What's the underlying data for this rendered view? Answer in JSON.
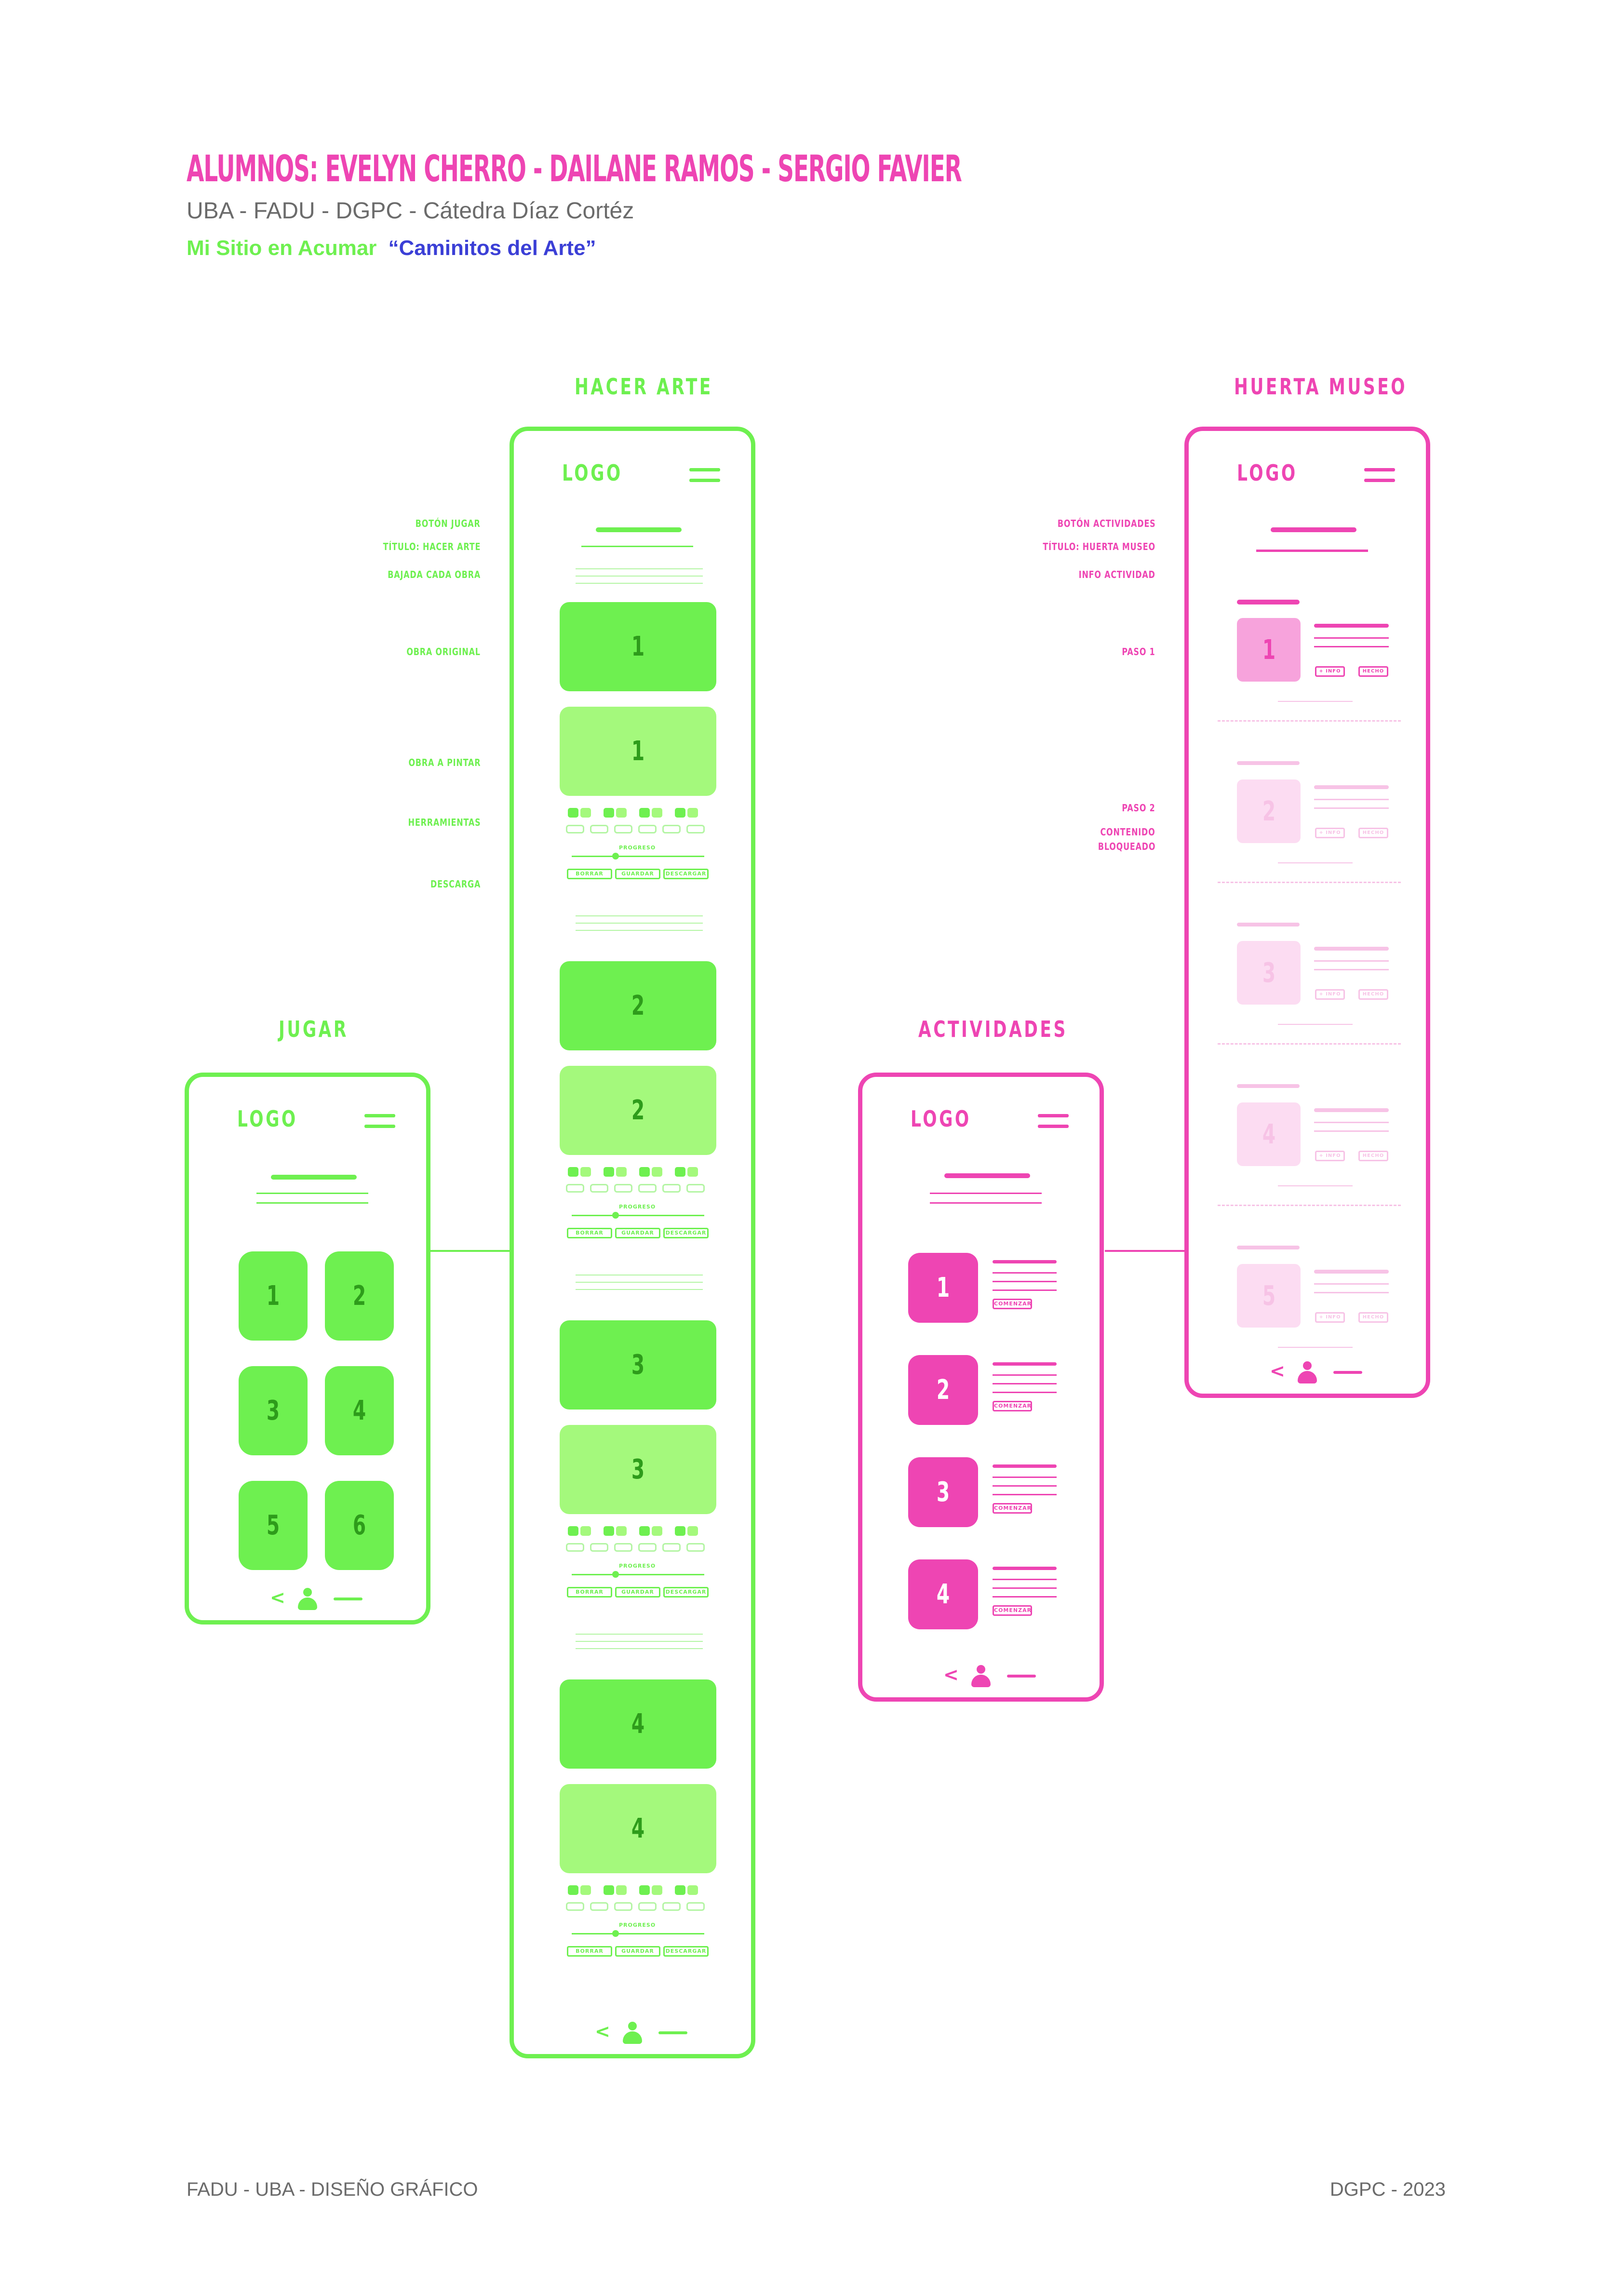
{
  "header": {
    "title": "ALUMNOS: EVELYN CHERRO - DAILANE RAMOS - SERGIO FAVIER",
    "subtitle": "UBA - FADU - DGPC - Cátedra Díaz Cortéz",
    "project": "Mi Sitio en Acumar",
    "project_quote": "“Caminitos del Arte”"
  },
  "footer": {
    "left": "FADU - UBA - DISEÑO GRÁFICO",
    "right": "DGPC - 2023"
  },
  "colors": {
    "green": "#6ef050",
    "green_light": "#a4f97c",
    "pink": "#ee45b3",
    "pink_light": "#f7c3e6"
  },
  "common": {
    "logo": "LOGO",
    "back": "<",
    "menu_icon": "hamburger-icon",
    "user_icon": "person-icon"
  },
  "jugar": {
    "label": "JUGAR",
    "tiles": [
      "1",
      "2",
      "3",
      "4",
      "5",
      "6"
    ]
  },
  "hacer_arte": {
    "label": "HACER ARTE",
    "annotations": {
      "boton_jugar": "BOTÓN JUGAR",
      "titulo": "TÍTULO: HACER ARTE",
      "bajada": "BAJADA CADA OBRA",
      "obra_original": "OBRA ORIGINAL",
      "obra_pintar": "OBRA A PINTAR",
      "herramientas": "HERRAMIENTAS",
      "descarga": "DESCARGA"
    },
    "works": [
      "1",
      "2",
      "3",
      "4"
    ],
    "progress_label": "PROGRESO",
    "buttons": [
      "BORRAR",
      "GUARDAR",
      "DESCARGAR"
    ]
  },
  "actividades": {
    "label": "ACTIVIDADES",
    "items": [
      "1",
      "2",
      "3",
      "4"
    ],
    "button": "COMENZAR"
  },
  "huerta_museo": {
    "label": "HUERTA MUSEO",
    "annotations": {
      "boton_actividades": "BOTÓN ACTIVIDADES",
      "titulo": "TÍTULO: HUERTA MUSEO",
      "info": "INFO ACTIVIDAD",
      "paso1": "PASO 1",
      "paso2": "PASO 2",
      "bloqueado_1": "CONTENIDO",
      "bloqueado_2": "BLOQUEADO"
    },
    "steps": [
      "1",
      "2",
      "3",
      "4",
      "5"
    ],
    "buttons": [
      "+ INFO",
      "HECHO"
    ]
  }
}
